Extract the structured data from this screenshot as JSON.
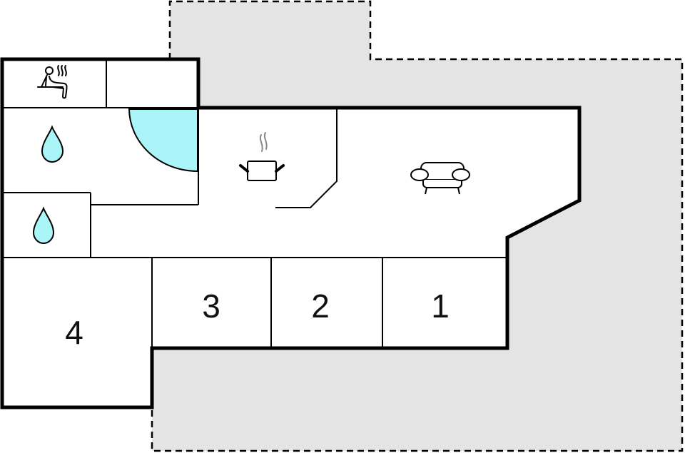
{
  "colors": {
    "background": "#ffffff",
    "terrace": "#e4e4e4",
    "wall": "#000000",
    "water": "#aaf5f8",
    "steam": "#888888"
  },
  "rooms": [
    {
      "id": "bedroom-1",
      "label": "1"
    },
    {
      "id": "bedroom-2",
      "label": "2"
    },
    {
      "id": "bedroom-3",
      "label": "3"
    },
    {
      "id": "bedroom-4",
      "label": "4"
    }
  ],
  "icons": [
    {
      "name": "sauna-icon",
      "room": "sauna"
    },
    {
      "name": "water-drop-icon",
      "room": "bathroom"
    },
    {
      "name": "water-drop-icon",
      "room": "toilet"
    },
    {
      "name": "cooking-pot-icon",
      "room": "kitchen"
    },
    {
      "name": "armchair-icon",
      "room": "living-room"
    }
  ]
}
